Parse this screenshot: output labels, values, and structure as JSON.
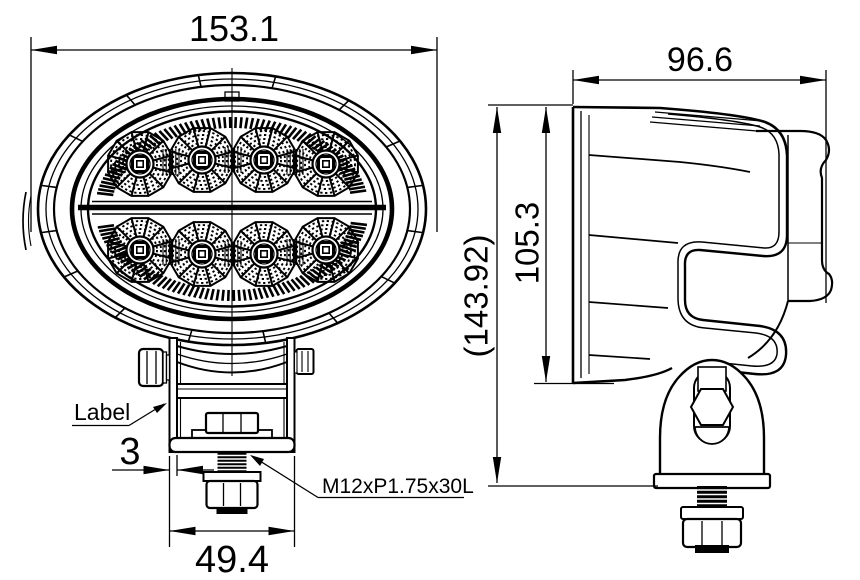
{
  "front_view": {
    "width": "153.1",
    "bracket_width": "49.4",
    "plate_thickness": "3",
    "label_callout": "Label",
    "thread_spec": "M12xP1.75x30L"
  },
  "side_view": {
    "depth": "96.6",
    "overall_height": "(143.92)",
    "body_height": "105.3"
  },
  "colors": {
    "line": "#000000",
    "background": "#ffffff"
  }
}
